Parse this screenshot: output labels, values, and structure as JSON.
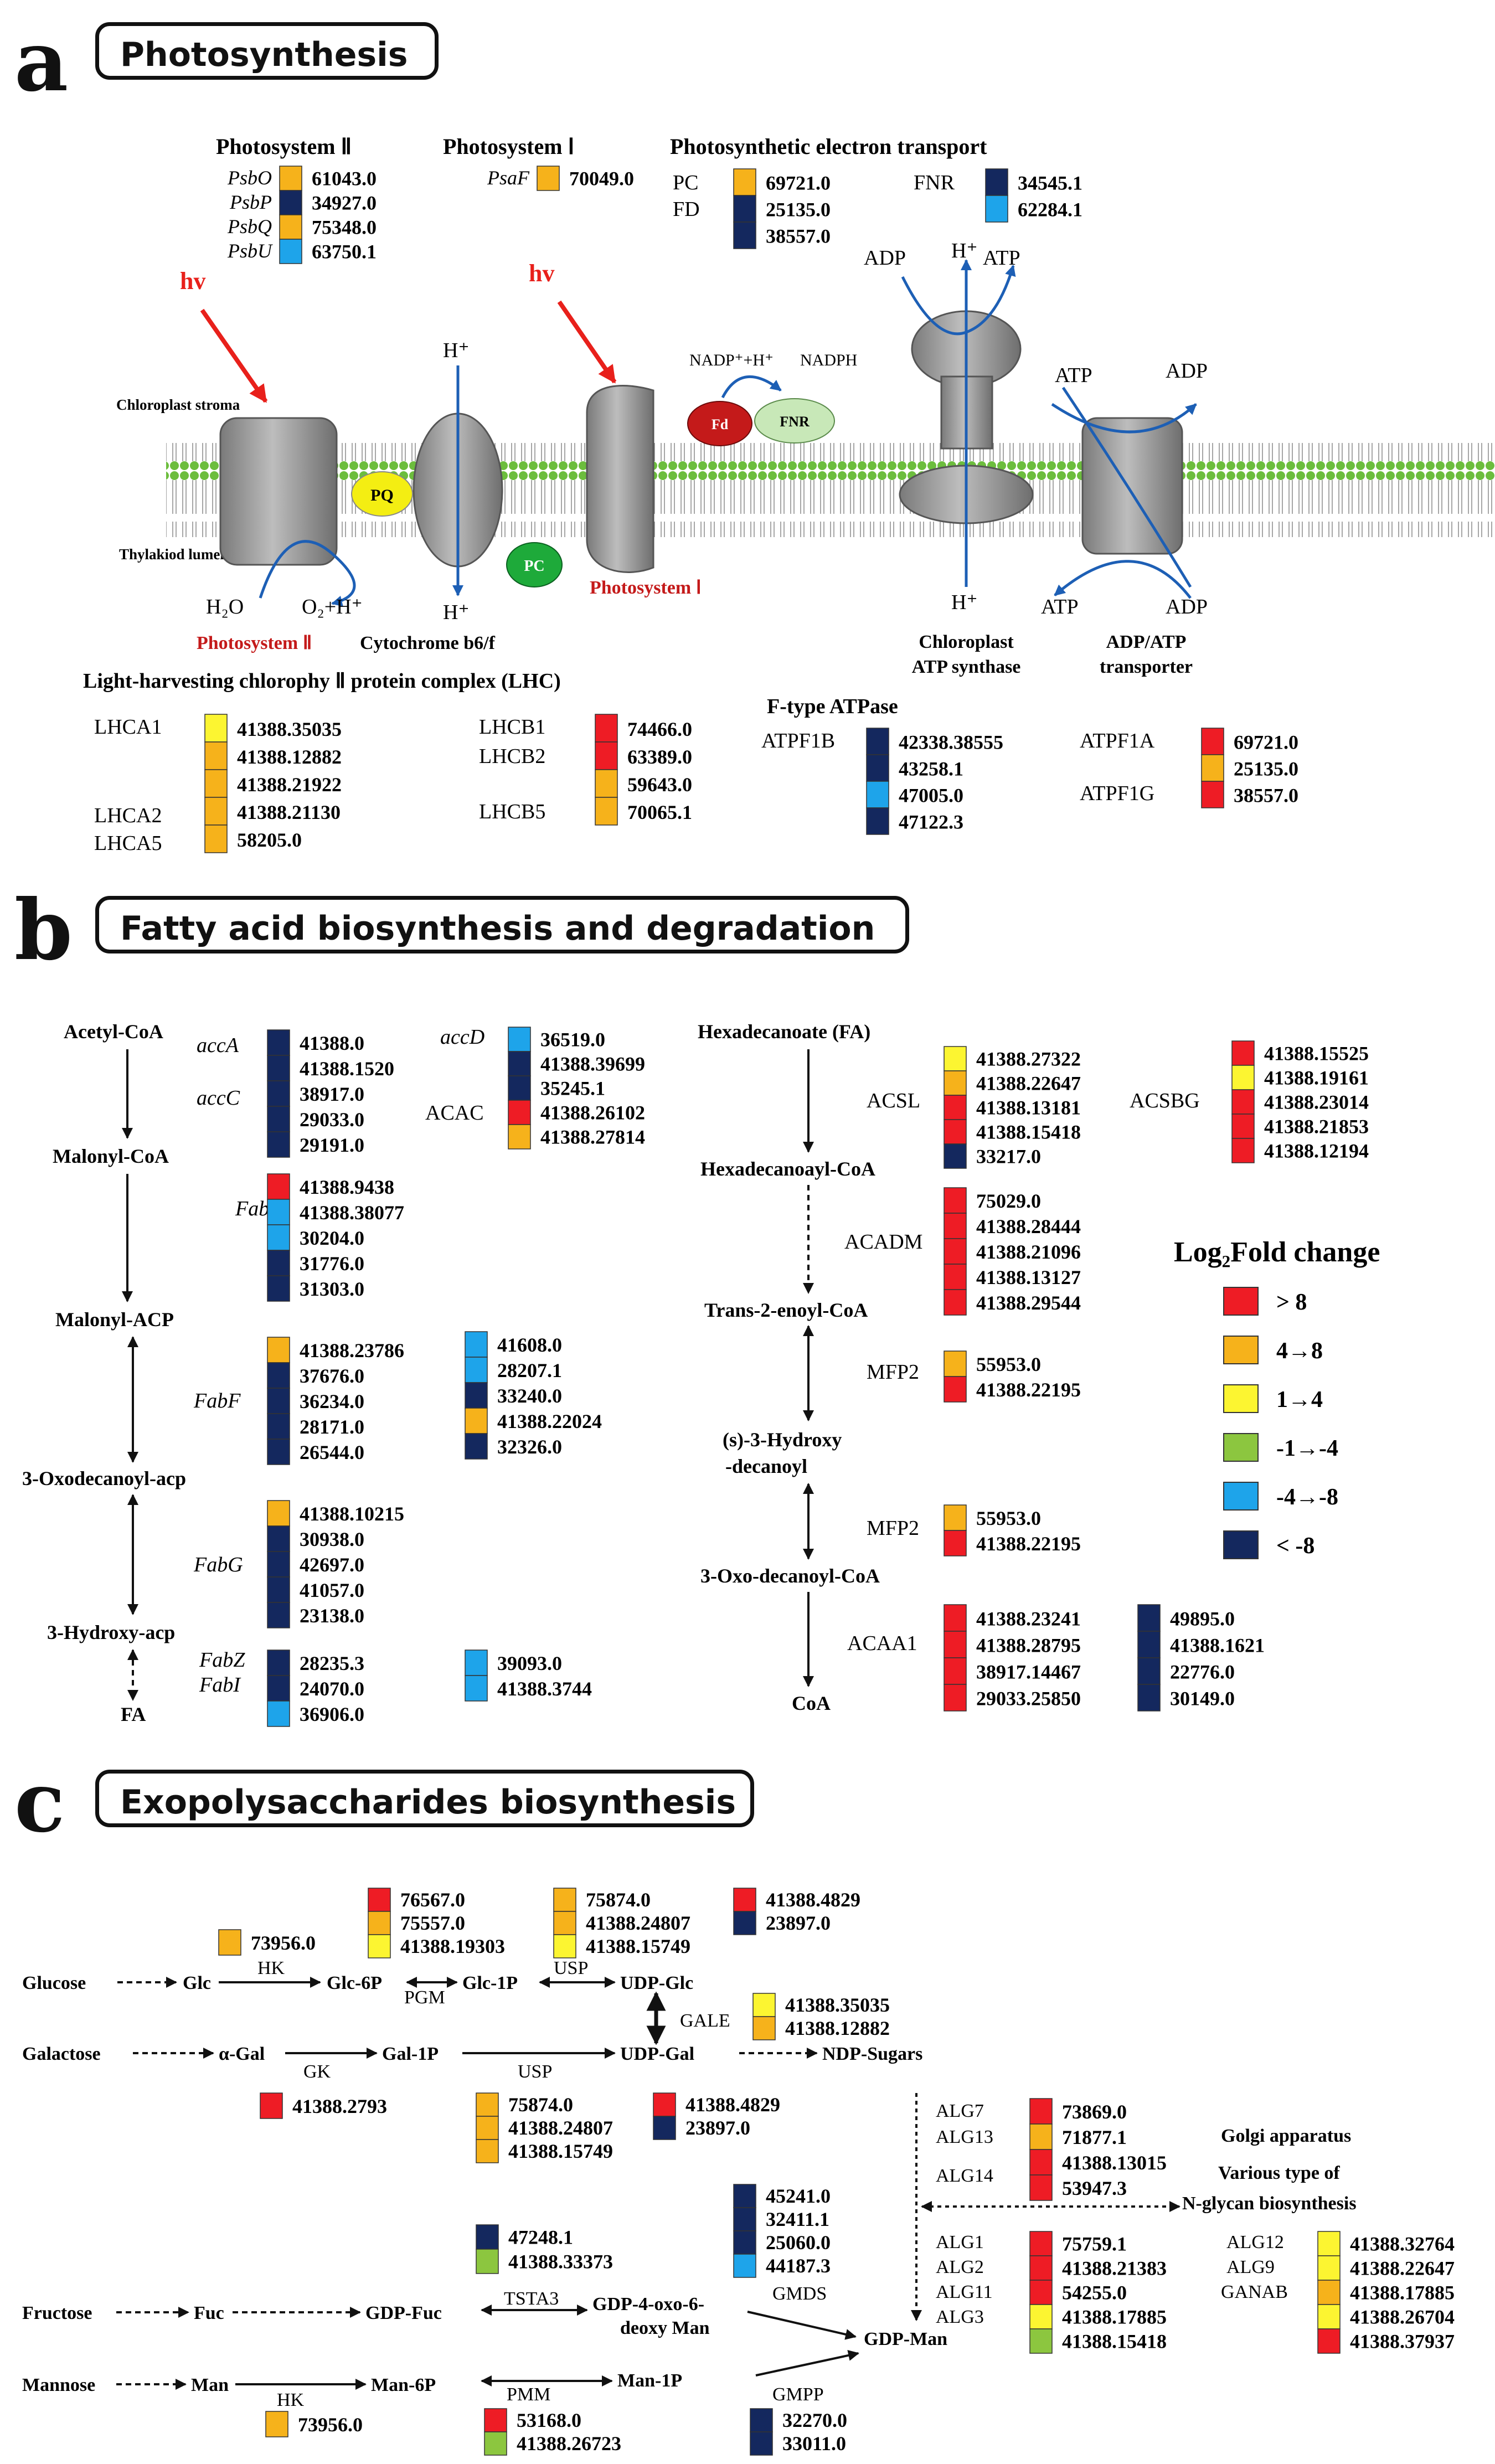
{
  "colors": {
    "gt8": "#ee1c25",
    "4to8": "#f6b21b",
    "1to4": "#fcf531",
    "m1tom4": "#8cc63f",
    "m4tom8": "#1ea4ea",
    "lt8": "#14285e"
  },
  "panels": {
    "a": {
      "letter": "a",
      "title": "Photosynthesis"
    },
    "b": {
      "letter": "b",
      "title": "Fatty acid biosynthesis  and degradation"
    },
    "c": {
      "letter": "c",
      "title": "Exopolysaccharides biosynthesis"
    }
  },
  "a": {
    "psii_title": "Photosystem Ⅱ",
    "psi_title": "Photosystem Ⅰ",
    "pet_title": "Photosynthetic electron transport",
    "psii": [
      {
        "gene": "PsbO",
        "value": "61043.0"
      },
      {
        "gene": "PsbP",
        "value": "34927.0"
      },
      {
        "gene": "PsbQ",
        "value": "75348.0"
      },
      {
        "gene": "PsbU",
        "value": "63750.1"
      }
    ],
    "psi": [
      {
        "gene": "PsaF",
        "value": "70049.0"
      }
    ],
    "pc_label": "PC",
    "fd_label": "FD",
    "fnr_label": "FNR",
    "pet_left": [
      "69721.0",
      "25135.0",
      "38557.0"
    ],
    "pet_right": [
      "34545.1",
      "62284.1"
    ],
    "hv": "hv",
    "hplus": "H⁺",
    "stroma": "Chloroplast stroma",
    "lumen": "Thylakiod lumen",
    "pq": "PQ",
    "pc": "PC",
    "fd": "Fd",
    "fnr": "FNR",
    "h2o": "H₂O",
    "o2": "O₂+H⁺",
    "nadp": "NADP⁺+H⁺",
    "nadph": "NADPH",
    "adp": "ADP",
    "atp": "ATP",
    "psii_label": "Photosystem Ⅱ",
    "cyt_label": "Cytochrome b6/f",
    "psi_label": "Photosystem Ⅰ",
    "atpsyn_label1": "Chloroplast",
    "atpsyn_label2": "ATP synthase",
    "transp_label1": "ADP/ATP",
    "transp_label2": "transporter",
    "lhc_title": "Light-harvesting chlorophy Ⅱ protein complex (LHC)",
    "lhca1": "LHCA1",
    "lhca2": "LHCA2",
    "lhca5": "LHCA5",
    "lhca_values": [
      "41388.35035",
      "41388.12882",
      "41388.21922",
      "41388.21130",
      "58205.0"
    ],
    "lhcb1": "LHCB1",
    "lhcb2": "LHCB2",
    "lhcb5": "LHCB5",
    "lhcb_values": [
      "74466.0",
      "63389.0",
      "59643.0",
      "70065.1"
    ],
    "ftype_title": "F-type ATPase",
    "atpf1b": "ATPF1B",
    "atpf1b_values": [
      "42338.38555",
      "43258.1",
      "47005.0",
      "47122.3"
    ],
    "atpf1a": "ATPF1A",
    "atpf1g": "ATPF1G",
    "atpf1_values": [
      "69721.0",
      "25135.0",
      "38557.0"
    ]
  },
  "b": {
    "acetylcoa": "Acetyl-CoA",
    "malonylcoa": "Malonyl-CoA",
    "malonylacp": "Malonyl-ACP",
    "oxodec": "3-Oxodecanoyl-acp",
    "hydroxyacp": "3-Hydroxy-acp",
    "fa": "FA",
    "accA": "accA",
    "accC": "accC",
    "acc_values": [
      "41388.0",
      "41388.1520",
      "38917.0",
      "29033.0",
      "29191.0"
    ],
    "accD": "accD",
    "acac": "ACAC",
    "acac_values": [
      "36519.0",
      "41388.39699",
      "35245.1",
      "41388.26102",
      "41388.27814"
    ],
    "fabd": "FabD",
    "fabd_values": [
      "41388.9438",
      "41388.38077",
      "30204.0",
      "31776.0",
      "31303.0"
    ],
    "fabf": "FabF",
    "fabf_values": [
      "41388.23786",
      "37676.0",
      "36234.0",
      "28171.0",
      "26544.0"
    ],
    "fabf2_values": [
      "41608.0",
      "28207.1",
      "33240.0",
      "41388.22024",
      "32326.0"
    ],
    "fabg": "FabG",
    "fabg_values": [
      "41388.10215",
      "30938.0",
      "42697.0",
      "41057.0",
      "23138.0"
    ],
    "fabz": "FabZ",
    "fabi": "FabI",
    "fabzi_values": [
      "28235.3",
      "24070.0",
      "36906.0"
    ],
    "fabzi2_values": [
      "39093.0",
      "41388.3744"
    ],
    "hexfa": "Hexadecanoate (FA)",
    "hexcoa": "Hexadecanoayl-CoA",
    "trans": "Trans-2-enoyl-CoA",
    "hydroxydec1": "(s)-3-Hydroxy",
    "hydroxydec2": "-decanoyl",
    "oxodeccoa": "3-Oxo-decanoyl-CoA",
    "coa": "CoA",
    "acsl": "ACSL",
    "acsl_values": [
      "41388.27322",
      "41388.22647",
      "41388.13181",
      "41388.15418",
      "33217.0"
    ],
    "acsbg": "ACSBG",
    "acsbg_values": [
      "41388.15525",
      "41388.19161",
      "41388.23014",
      "41388.21853",
      "41388.12194"
    ],
    "acadm": "ACADM",
    "acadm_values": [
      "75029.0",
      "41388.28444",
      "41388.21096",
      "41388.13127",
      "41388.29544"
    ],
    "mfp2a": "MFP2",
    "mfp2a_values": [
      "55953.0",
      "41388.22195"
    ],
    "mfp2b": "MFP2",
    "mfp2b_values": [
      "55953.0",
      "41388.22195"
    ],
    "acaa1": "ACAA1",
    "acaa1_values": [
      "41388.23241",
      "41388.28795",
      "38917.14467",
      "29033.25850"
    ],
    "acaa1b_values": [
      "49895.0",
      "41388.1621",
      "22776.0",
      "30149.0"
    ],
    "legend_title": "Log₂Fold change",
    "legend": [
      {
        "label": "> 8"
      },
      {
        "label": "4→8"
      },
      {
        "label": "1→4"
      },
      {
        "label": "-1→-4"
      },
      {
        "label": "-4→-8"
      },
      {
        "label": "< -8"
      }
    ]
  },
  "c": {
    "glucose": "Glucose",
    "glc": "Glc",
    "glc6p": "Glc-6P",
    "glc1p": "Glc-1P",
    "udpglc": "UDP-Glc",
    "galactose": "Galactose",
    "agal": "α-Gal",
    "gal1p": "Gal-1P",
    "udpgal": "UDP-Gal",
    "ndp": "NDP-Sugars",
    "hk": "HK",
    "pgm": "PGM",
    "usp": "USP",
    "gale": "GALE",
    "gk": "GK",
    "usp2": "USP",
    "hk_value": "73956.0",
    "pgm_values": [
      "76567.0",
      "75557.0",
      "41388.19303"
    ],
    "usp_values": [
      "75874.0",
      "41388.24807",
      "41388.15749"
    ],
    "usp_b_values": [
      "41388.4829",
      "23897.0"
    ],
    "gale_values": [
      "41388.35035",
      "41388.12882"
    ],
    "gk_value": "41388.2793",
    "usp2_values": [
      "75874.0",
      "41388.24807",
      "41388.15749"
    ],
    "usp2_b_values": [
      "41388.4829",
      "23897.0"
    ],
    "alg7": "ALG7",
    "alg13": "ALG13",
    "alg14": "ALG14",
    "alg7_values": [
      "73869.0",
      "71877.1",
      "41388.13015",
      "53947.3"
    ],
    "golgi": "Golgi apparatus",
    "various": "Various type of",
    "nglycan": "N-glycan biosynthesis",
    "alg1": "ALG1",
    "alg2": "ALG2",
    "alg11": "ALG11",
    "alg3": "ALG3",
    "alg1_values": [
      "75759.1",
      "41388.21383",
      "54255.0",
      "41388.17885",
      "41388.15418"
    ],
    "alg12": "ALG12",
    "alg9": "ALG9",
    "ganab": "GANAB",
    "alg12_values": [
      "41388.32764",
      "41388.22647",
      "41388.17885",
      "41388.26704",
      "41388.37937"
    ],
    "tsta3_values": [
      "47248.1",
      "41388.33373"
    ],
    "gmds_values": [
      "45241.0",
      "32411.1",
      "25060.0",
      "44187.3"
    ],
    "fructose": "Fructose",
    "fuc": "Fuc",
    "gdpfuc": "GDP-Fuc",
    "tsta3": "TSTA3",
    "gdp4a": "GDP-4-oxo-6-",
    "gdp4b": "deoxy Man",
    "gmds": "GMDS",
    "gdpman": "GDP-Man",
    "mannose": "Mannose",
    "man": "Man",
    "man6p": "Man-6P",
    "man1p": "Man-1P",
    "hk2": "HK",
    "pmm": "PMM",
    "gmpp": "GMPP",
    "hk2_value": "73956.0",
    "pmm_values": [
      "53168.0",
      "41388.26723"
    ],
    "gmpp_values": [
      "32270.0",
      "33011.0"
    ]
  }
}
